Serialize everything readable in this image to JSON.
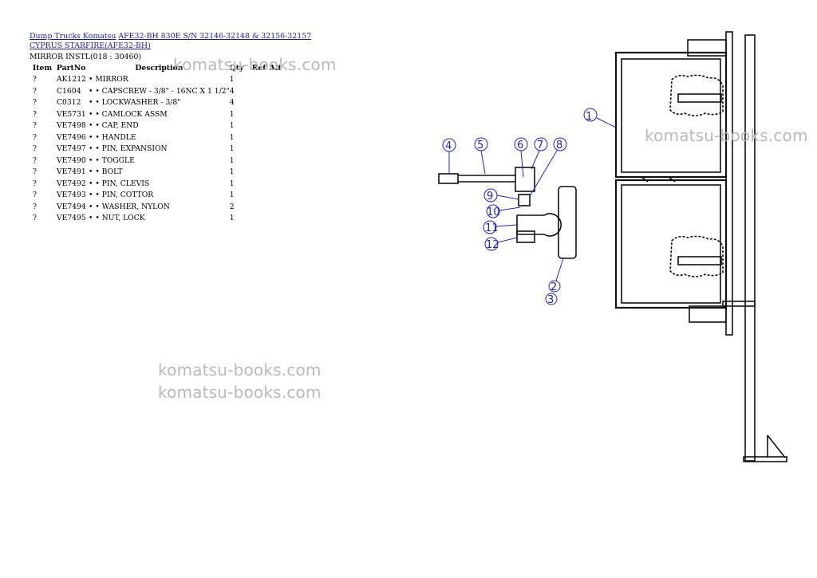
{
  "breadcrumb": {
    "link1": "Dump Trucks Komatsu",
    "link2": "AFE32-BH 830E S/N 32146-32148 & 32156-32157 CYPRUS STARFIRE(AFE32-BH)"
  },
  "section_title": "MIRROR INSTL(018 : 30460)",
  "table": {
    "headers": {
      "item": "Item",
      "partno": "PartNo",
      "description": "Description",
      "qty": "Qty",
      "ref": "Ref",
      "alt": "Alt"
    },
    "rows": [
      {
        "item": "?",
        "partno": "AK1212",
        "description": "• MIRROR",
        "qty": "1"
      },
      {
        "item": "?",
        "partno": "C1604",
        "description": "• • CAPSCREW - 3/8\" - 16NC X 1 1/2\"",
        "qty": "4"
      },
      {
        "item": "?",
        "partno": "C0312",
        "description": "• • LOCKWASHER - 3/8\"",
        "qty": "4"
      },
      {
        "item": "?",
        "partno": "VE5731",
        "description": "• • CAMLOCK ASSM",
        "qty": "1"
      },
      {
        "item": "?",
        "partno": "VE7498",
        "description": "• • CAP, END",
        "qty": "1"
      },
      {
        "item": "?",
        "partno": "VE7496",
        "description": "• • HANDLE",
        "qty": "1"
      },
      {
        "item": "?",
        "partno": "VE7497",
        "description": "• • PIN, EXPANSION",
        "qty": "1"
      },
      {
        "item": "?",
        "partno": "VE7490",
        "description": "• • TOGGLE",
        "qty": "1"
      },
      {
        "item": "?",
        "partno": "VE7491",
        "description": "• • BOLT",
        "qty": "1"
      },
      {
        "item": "?",
        "partno": "VE7492",
        "description": "• • PIN, CLEVIS",
        "qty": "1"
      },
      {
        "item": "?",
        "partno": "VE7493",
        "description": "• • PIN, COTTOR",
        "qty": "1"
      },
      {
        "item": "?",
        "partno": "VE7494",
        "description": "• • WASHER, NYLON",
        "qty": "2"
      },
      {
        "item": "?",
        "partno": "VE7495",
        "description": "• • NUT, LOCK",
        "qty": "1"
      }
    ]
  },
  "watermarks": {
    "top": "komatsu-books.com",
    "right": "komatsu-books.com",
    "middle1": "komatsu-books.com",
    "middle2": "komatsu-books.com"
  },
  "callouts": {
    "c1": "1",
    "c2": "2",
    "c3": "3",
    "c4": "4",
    "c5": "5",
    "c6": "6",
    "c7": "7",
    "c8": "8",
    "c9": "9",
    "c10": "10",
    "c11": "11",
    "c12": "12"
  }
}
